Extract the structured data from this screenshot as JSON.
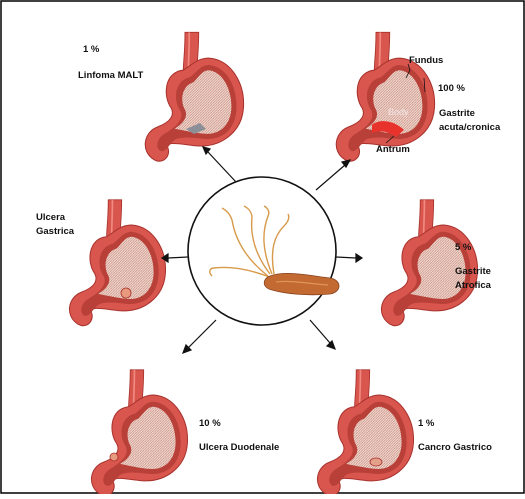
{
  "colors": {
    "outer_wall": "#d9564e",
    "outer_wall_dark": "#a8322d",
    "inner_lining": "#b84038",
    "inner_texture": "#efd9cf",
    "bacterium": "#c26a32",
    "flagella": "#d79a4a",
    "frame": "#000000",
    "arrow": "#111111"
  },
  "center": {
    "name": "helicobacter-pylori",
    "icon": "bacterium-icon"
  },
  "outcomes": {
    "malt": {
      "percent": "1 %",
      "label": "Linfoma MALT"
    },
    "gastritis": {
      "percent": "100 %",
      "label_line1": "Gastrite",
      "label_line2": "acuta/cronica"
    },
    "gastric_ulcer": {
      "label_line1": "Ulcera",
      "label_line2": "Gastrica"
    },
    "atrophic": {
      "percent": "5 %",
      "label_line1": "Gastrite",
      "label_line2": "Atrofica"
    },
    "duodenal_ulcer": {
      "percent": "10 %",
      "label": "Ulcera Duodenale"
    },
    "cancer": {
      "percent": "1 %",
      "label": "Cancro Gastrico"
    }
  },
  "anatomy": {
    "fundus": "Fundus",
    "body": "Body",
    "antrum": "Antrum"
  }
}
